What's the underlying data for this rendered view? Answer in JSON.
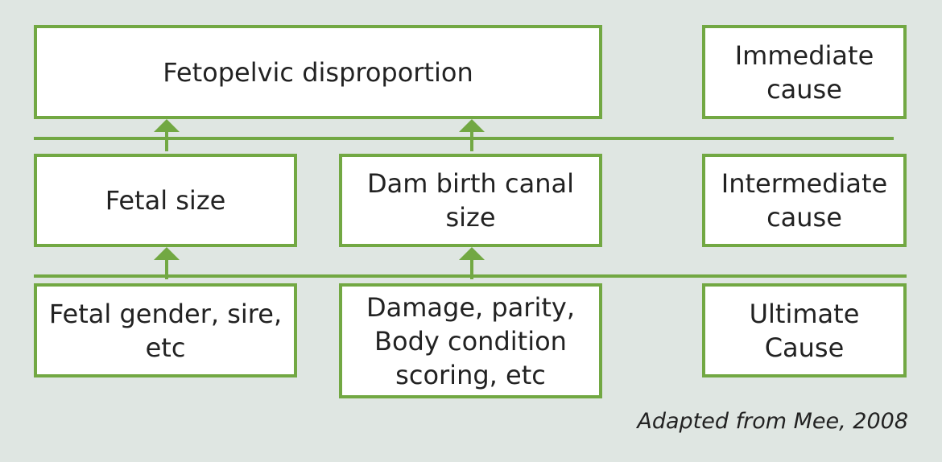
{
  "colors": {
    "background": "#dfe6e2",
    "box_border": "#72a843",
    "box_fill": "#ffffff",
    "text": "#222222"
  },
  "diagram": {
    "immediate": {
      "main": "Fetopelvic disproportion",
      "label": "Immediate\ncause"
    },
    "intermediate": {
      "left": "Fetal size",
      "middle": "Dam birth canal\nsize",
      "label": "Intermediate\ncause"
    },
    "ultimate": {
      "left": "Fetal gender, sire,\netc",
      "middle": "Damage, parity,\nBody condition\nscoring, etc",
      "label": "Ultimate\nCause"
    }
  },
  "caption": "Adapted from Mee, 2008"
}
